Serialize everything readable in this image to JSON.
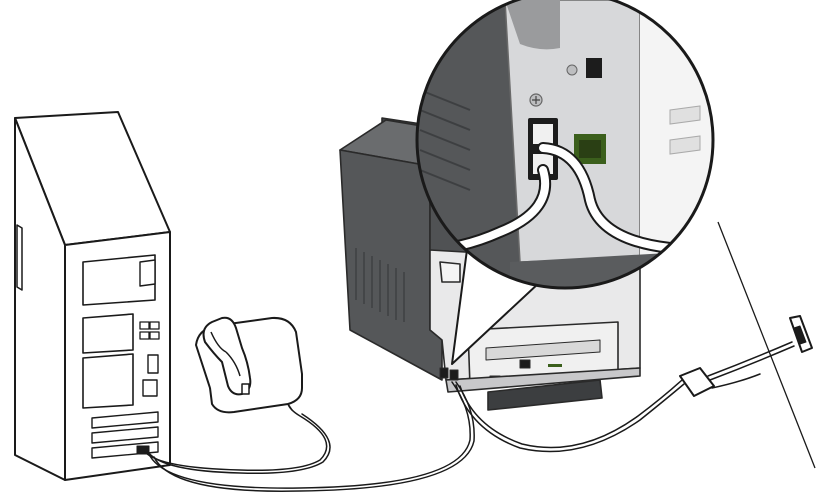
{
  "diagram": {
    "components": [
      {
        "id": "computer",
        "icon": "computer-tower-icon"
      },
      {
        "id": "telephone",
        "icon": "telephone-icon"
      },
      {
        "id": "printer",
        "icon": "printer-icon"
      },
      {
        "id": "wall-jack",
        "icon": "wall-jack-icon"
      },
      {
        "id": "splitter",
        "icon": "line-filter-icon"
      },
      {
        "id": "zoom-callout",
        "icon": "magnified-port-detail"
      }
    ],
    "colors": {
      "line": "#1a1a1a",
      "tower_fill": "#ffffff",
      "printer_dark": "#555759",
      "printer_darker": "#3f4143",
      "printer_light": "#e9e9ea",
      "printer_white": "#f4f4f4",
      "cable_white": "#ffffff",
      "port_black": "#1c1c1c",
      "green_port": "#3b5f1c"
    }
  }
}
